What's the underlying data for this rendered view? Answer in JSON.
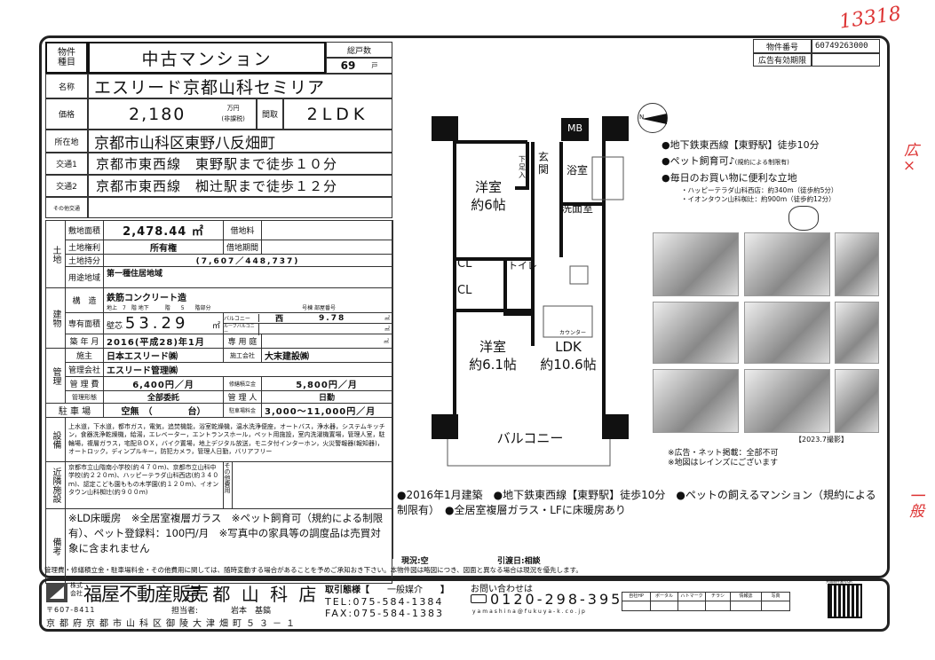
{
  "header": {
    "type_label": "物件種目",
    "type_value": "中古マンション",
    "units_label": "総戸数",
    "units_value": "69",
    "units_suffix": "戸",
    "name_label": "名称",
    "name_value": "エスリード京都山科セミリア",
    "price_label": "価格",
    "price_value": "2,180",
    "price_unit": "万円",
    "price_tax": "(非課税)",
    "layout_label": "間取",
    "layout_value": "2LDK",
    "address_label": "所在地",
    "address_value": "京都市山科区東野八反畑町",
    "access1_label": "交通1",
    "access1_value": "京都市東西線　東野駅まで徒歩１０分",
    "access2_label": "交通2",
    "access2_value": "京都市東西線　椥辻駅まで徒歩１２分",
    "other_access_label": "その他交通"
  },
  "land": {
    "section": "土地",
    "site_area_label": "敷地面積",
    "site_area": "2,478.44 ㎡",
    "rent_label": "借地料",
    "rights_label": "土地権利",
    "rights": "所有権",
    "term_label": "借地期間",
    "share_label": "土地持分",
    "share": "(7,607／448,737)",
    "zoning_label": "用途地域",
    "zoning": "第一種住居地域"
  },
  "building": {
    "section": "建物",
    "structure_label": "構　造",
    "structure": "鉄筋コンクリート造",
    "floors": "地上　7　階 地下　　　階　　5　　階部分",
    "room_no": "号棟 部屋番号",
    "area_label": "専有面積",
    "area_prefix": "壁芯",
    "area": "53.29",
    "area_unit": "㎡",
    "balcony_label": "バルコニー",
    "balcony_dir": "西",
    "balcony_area": "9.78",
    "roof_label": "ルーフバルコニー",
    "built_label": "築 年 月",
    "built": "2016(平成28)年1月",
    "garden_label": "専 用 庭",
    "sqm": "㎡"
  },
  "management": {
    "section": "管理",
    "developer_label": "施主",
    "developer": "日本エスリード㈱",
    "builder_label": "施工会社",
    "builder": "大末建設㈱",
    "company_label": "管理会社",
    "company": "エスリード管理㈱",
    "fee_label": "管 理 費",
    "fee": "6,400円／月",
    "reserve_label": "修繕積立金",
    "reserve": "5,800円／月",
    "form_label": "管理形態",
    "form": "全部委託",
    "manager_label": "管 理 人",
    "manager": "日勤"
  },
  "parking": {
    "label": "駐 車 場",
    "status": "空無　（　　　　台）",
    "fee_label": "駐車場料金",
    "fee": "3,000～11,000円／月"
  },
  "equipment": {
    "label": "設備",
    "text": "上水道，下水道，都市ガス，電気，追焚機能，浴室乾燥機，温水洗浄便座，オートバス，浄水器，システムキッチン，食器洗浄乾燥機，給湯，エレベーター，エントランスホール，ペット用施設，室内洗濯機置場，管理人室，駐輪場，複層ガラス，宅配ＢＯＸ，バイク置場，地上デジタル放送，モニタ付インターホン，火災警報器(報知器)，オートロック，ディンプルキー，防犯カメラ，管理人日勤，バリアフリー"
  },
  "nearby": {
    "label": "近隣施設",
    "text": "京都市立山階南小学校(約４７０ｍ)、京都市立山科中学校(約２２０ｍ)、ハッピーテラダ山科西店(約３４０ｍ)、認定こども園ももの木学園(約１２０ｍ)、イオンタウン山科椥辻(約９００ｍ)",
    "other_fee_label": "その他費用"
  },
  "remarks": {
    "label": "備考",
    "text": "※LD床暖房　※全居室複層ガラス　※ペット飼育可（規約による制限有）、ペット登録料：100円/月　※写真中の家具等の調度品は売買対象に含まれません"
  },
  "disclaimer": "管理費・修繕積立金・駐車場料金・その他費用に関しては、随時変動する場合があることを予めご承知おき下さい。本物件図は略図につき、図面と異なる場合は現況を優先します。",
  "status": {
    "current": "現況:空",
    "handover": "引渡日:相談"
  },
  "id_box": {
    "number_label": "物件番号",
    "number": "60749263000",
    "expiry_label": "広告有効期限"
  },
  "floorplan": {
    "mb": "MB",
    "entrance": "玄関",
    "shoe": "下足入",
    "bath": "浴室",
    "washroom": "洗面室",
    "room1": "洋室",
    "room1_size": "約6帖",
    "cl": "CL",
    "toilet": "トイレ",
    "counter": "カウンター",
    "room2": "洋室",
    "room2_size": "約6.1帖",
    "ldk": "LDK",
    "ldk_size": "約10.6帖",
    "balcony": "バルコニー",
    "compass": "N"
  },
  "highlights": {
    "items": [
      "●地下鉄東西線【東野駅】徒歩10分",
      "●ペット飼育可♪",
      "●毎日のお買い物に便利な立地"
    ],
    "pet_note": "(規約による制限有)",
    "shops": [
      "・ハッピーテラダ山科西店：約340m（徒歩約5分）",
      "・イオンタウン山科椥辻：約900m（徒歩約12分）"
    ]
  },
  "photo_caption": "【2023.7撮影】",
  "notes": [
    "※広告・ネット掲載：全部不可",
    "※地図はレインズにございます"
  ],
  "features": "●2016年1月建築　●地下鉄東西線【東野駅】徒歩10分　●ペットの飼えるマンション（規約による制限有）　●全居室複層ガラス・LFに床暖房あり",
  "footer": {
    "company_prefix": "株式会社",
    "company": "福屋不動産販売",
    "branch": "京 都 山 科 店",
    "postal": "〒607-8411",
    "address": "京都府京都市山科区御陵大津畑町５３－１",
    "staff_label": "担当者:",
    "staff": "岩本　基鎬",
    "deal_label": "取引態様【",
    "deal": "一般媒介",
    "deal_close": "】",
    "tel": "TEL:075-584-1384",
    "fax": "FAX:075-584-1383",
    "inquiry": "お問い合わせは",
    "freedial": "0120-298-395",
    "email": "yamashina@fukuya-k.co.jp",
    "media": [
      "自社HP",
      "ポータル",
      "ハトマーク",
      "チラシ",
      "情報誌",
      "写真"
    ],
    "qr_label": "共通物件番号QR"
  },
  "handwriting": {
    "top": "13318",
    "side1": "広×",
    "side2": "一般"
  },
  "colors": {
    "ink": "#111111",
    "handwriting": "#d33333"
  }
}
